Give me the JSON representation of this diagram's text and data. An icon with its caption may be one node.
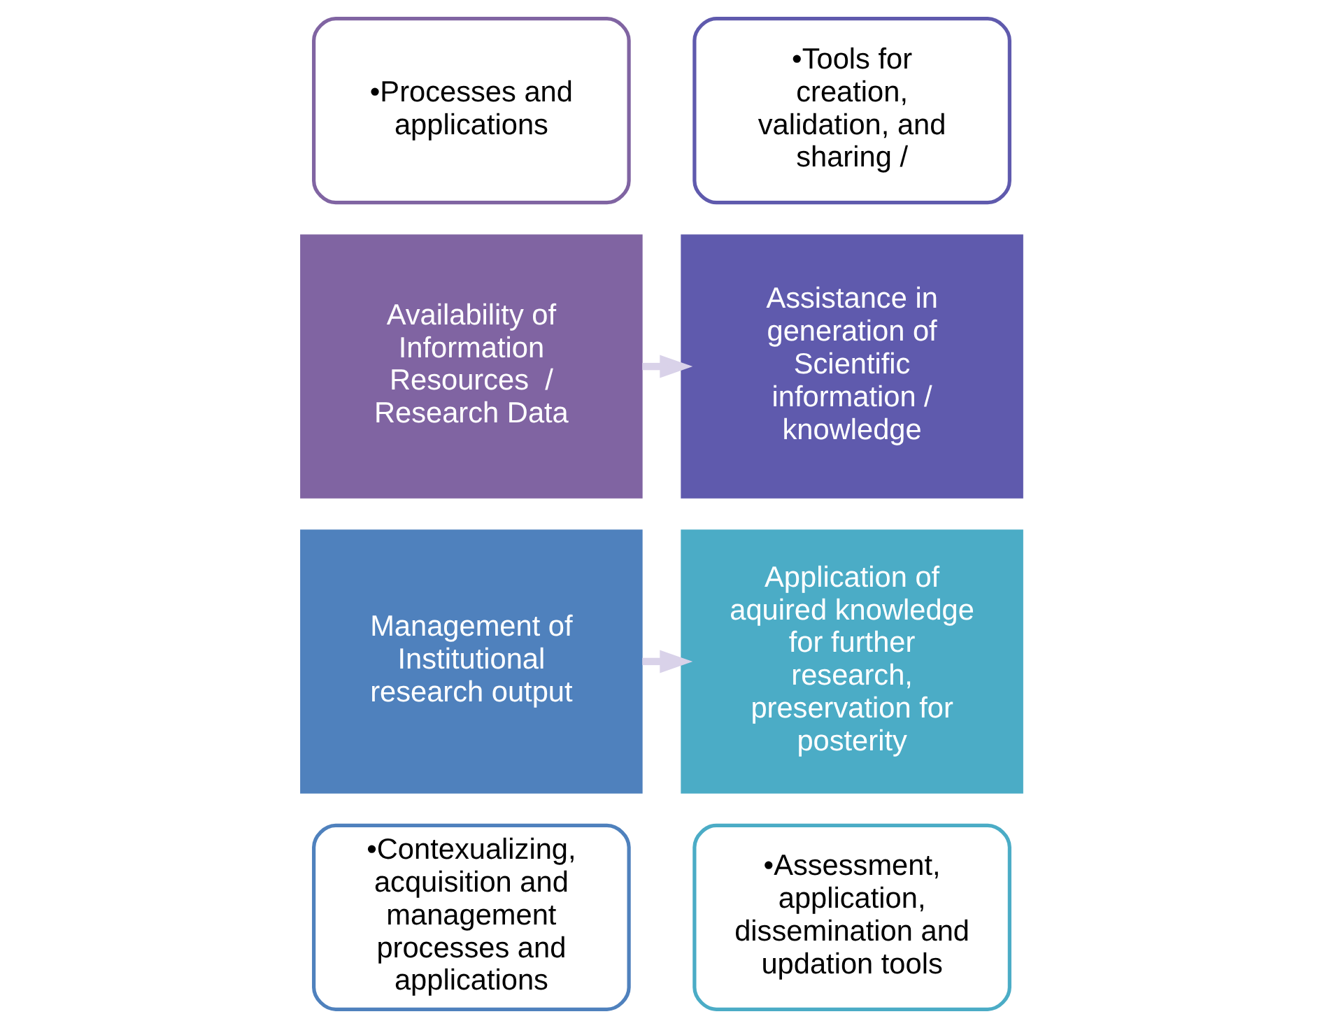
{
  "diagram": {
    "nodes": [
      {
        "text": [
          "•Processes and applications"
        ]
      },
      {
        "text": [
          "•Tools for creation, validation, and sharing /"
        ]
      },
      {
        "text": [
          "Availability of Information Resources  / Research Data"
        ]
      },
      {
        "text": [
          "Assistance in generation of Scientific information / knowledge"
        ]
      },
      {
        "text": [
          "Application of aquired knowledge for further research, preservation for posterity"
        ]
      },
      {
        "text": [
          "Management of Institutional research output"
        ]
      },
      {
        "text": [
          "•Assessment, application, dissemination and updation tools"
        ]
      },
      {
        "text": [
          "•Contexualizing, acquisition and management processes and applications"
        ]
      }
    ],
    "edges": [
      {
        "from": 2,
        "to": 3,
        "arrow": "to"
      },
      {
        "from": 5,
        "to": 4,
        "arrow": "to"
      }
    ]
  }
}
